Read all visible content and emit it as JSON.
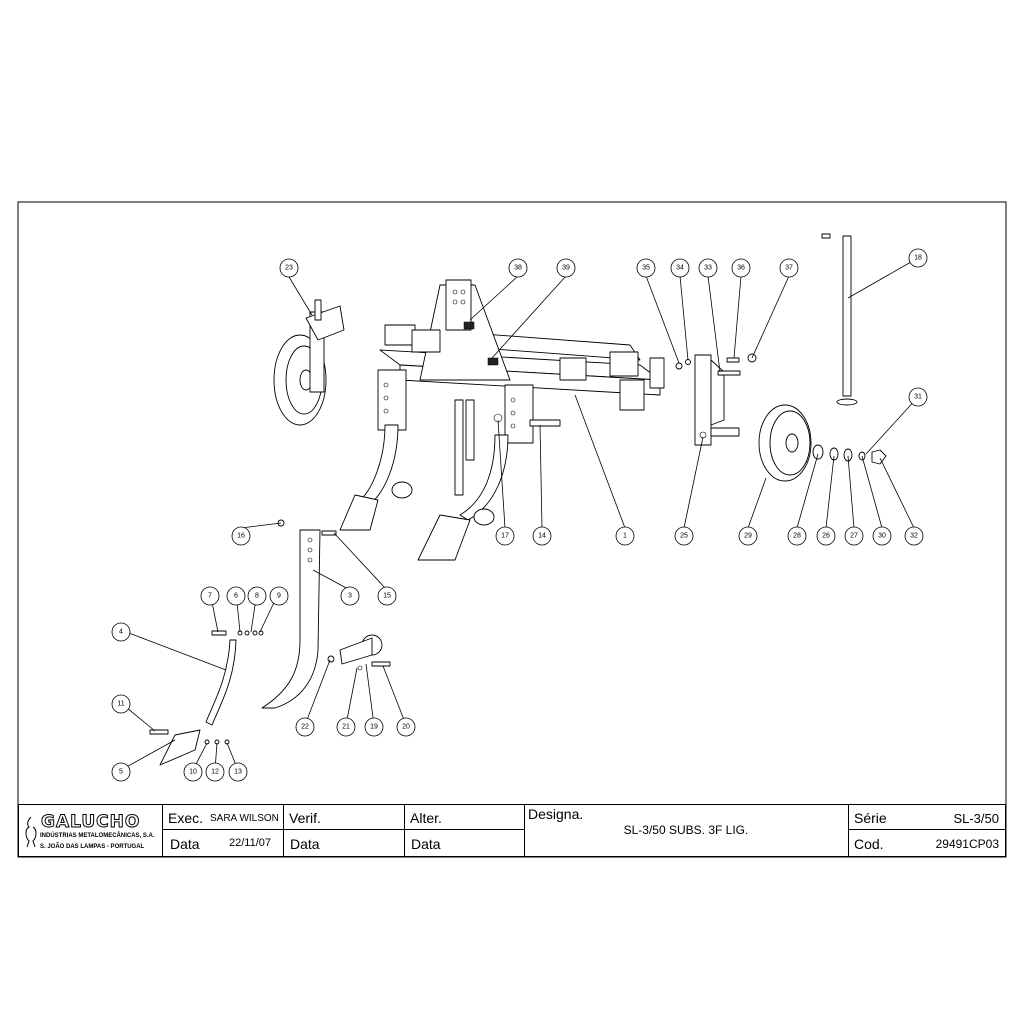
{
  "company": {
    "name": "GALUCHO",
    "line1": "INDÚSTRIAS METALOMECÂNICAS, S.A.",
    "line2": "S. JOÃO DAS LAMPAS - PORTUGAL"
  },
  "title_block": {
    "exec_label": "Exec.",
    "exec_value": "SARA WILSON",
    "data_label_1": "Data",
    "data_value_1": "22/11/07",
    "verif_label": "Verif.",
    "data_label_2": "Data",
    "alter_label": "Alter.",
    "data_label_3": "Data",
    "designa_label": "Designa.",
    "designa_value": "SL-3/50 SUBS. 3F LIG.",
    "serie_label": "Série",
    "serie_value": "SL-3/50",
    "cod_label": "Cod.",
    "cod_value": "29491CP03"
  },
  "callouts": [
    "1",
    "3",
    "4",
    "5",
    "6",
    "7",
    "8",
    "9",
    "10",
    "11",
    "12",
    "13",
    "14",
    "15",
    "16",
    "17",
    "18",
    "19",
    "20",
    "21",
    "22",
    "23",
    "25",
    "26",
    "27",
    "28",
    "29",
    "30",
    "31",
    "32",
    "33",
    "34",
    "35",
    "36",
    "37",
    "38",
    "39"
  ]
}
